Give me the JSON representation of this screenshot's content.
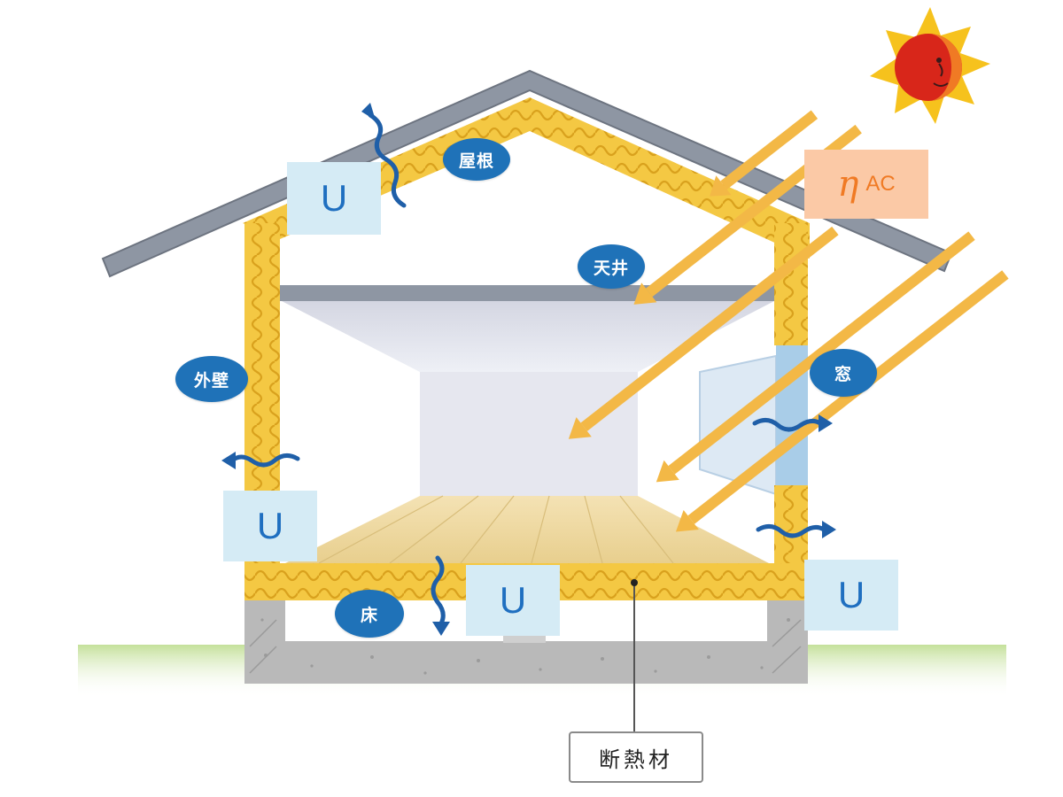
{
  "labels": {
    "roof": "屋根",
    "ceiling": "天井",
    "exterior_wall": "外壁",
    "window": "窓",
    "floor": "床"
  },
  "u_symbol": "U",
  "eta_box": {
    "eta": "η",
    "ac": "AC"
  },
  "insulation_label": "断熱材",
  "colors": {
    "label_blue": "#1f72b8",
    "u_box_bg": "#d5ebf5",
    "u_text": "#1f6fc0",
    "eta_box_bg": "#fbc9a6",
    "eta_text": "#f07a24",
    "insulation": "#f4c843",
    "sun_rays": "#f3b846",
    "heat_arrow": "#1f5fa8",
    "grass": "#cfe6a8"
  },
  "icons": [
    "sun-icon",
    "heat-loss-arrow-icon",
    "solar-ray-icon"
  ]
}
